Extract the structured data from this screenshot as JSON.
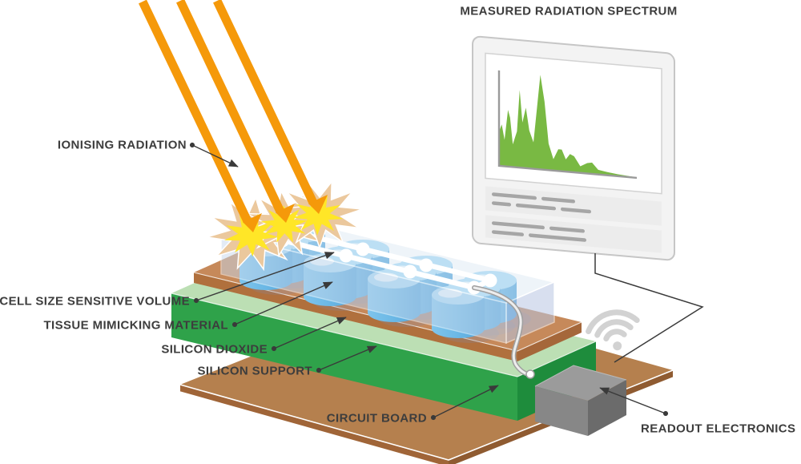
{
  "title": "MEASURED RADIATION SPECTRUM",
  "labels": {
    "ionising_radiation": "IONISING RADIATION",
    "cell_size_sensitive_volume": "CELL SIZE SENSITIVE VOLUME",
    "tissue_mimicking_material": "TISSUE MIMICKING MATERIAL",
    "silicon_dioxide": "SILICON DIOXIDE",
    "silicon_support": "SILICON SUPPORT",
    "circuit_board": "CIRCUIT BOARD",
    "readout_electronics": "READOUT ELECTRONICS"
  },
  "icons": {
    "wifi": "wifi-signal",
    "radiation_beams": "three-orange-arrows",
    "impact": "starburst"
  },
  "colors": {
    "beam_orange": "#F5990A",
    "starburst_tan": "#EBC89D",
    "starburst_yellow": "#FFE627",
    "glass_slab": "#D8E6F3",
    "cylinder_blue": "#6CB9E6",
    "cylinder_top_blue": "#A9DAF5",
    "silicon_dioxide_copper": "#C6895A",
    "silicon_support_green": "#2FA24A",
    "silicon_support_top": "#BCDFB4",
    "circuit_board_brown": "#B5804E",
    "readout_gray": "#9B9B9B",
    "wifi_gray": "#D2D2D2",
    "spectrum_green": "#79B943",
    "label_text": "#3D3D3D",
    "leader_line": "#3A3A3A"
  },
  "chart_data": {
    "type": "area",
    "title": "MEASURED RADIATION SPECTRUM",
    "xlabel": "",
    "ylabel": "",
    "axis_labels_shown": false,
    "grid": false,
    "legend": false,
    "color": "#79B943",
    "points": [
      [
        0.0,
        0.36
      ],
      [
        0.02,
        0.44
      ],
      [
        0.04,
        0.28
      ],
      [
        0.065,
        0.6
      ],
      [
        0.08,
        0.52
      ],
      [
        0.1,
        0.24
      ],
      [
        0.13,
        0.38
      ],
      [
        0.15,
        0.82
      ],
      [
        0.17,
        0.48
      ],
      [
        0.195,
        0.64
      ],
      [
        0.22,
        0.4
      ],
      [
        0.25,
        0.28
      ],
      [
        0.3,
        1.0
      ],
      [
        0.33,
        0.72
      ],
      [
        0.36,
        0.28
      ],
      [
        0.395,
        0.12
      ],
      [
        0.43,
        0.23
      ],
      [
        0.455,
        0.23
      ],
      [
        0.485,
        0.13
      ],
      [
        0.515,
        0.19
      ],
      [
        0.545,
        0.17
      ],
      [
        0.59,
        0.07
      ],
      [
        0.64,
        0.11
      ],
      [
        0.675,
        0.12
      ],
      [
        0.72,
        0.05
      ],
      [
        0.78,
        0.035
      ],
      [
        0.86,
        0.02
      ],
      [
        1.0,
        0.005
      ]
    ]
  }
}
